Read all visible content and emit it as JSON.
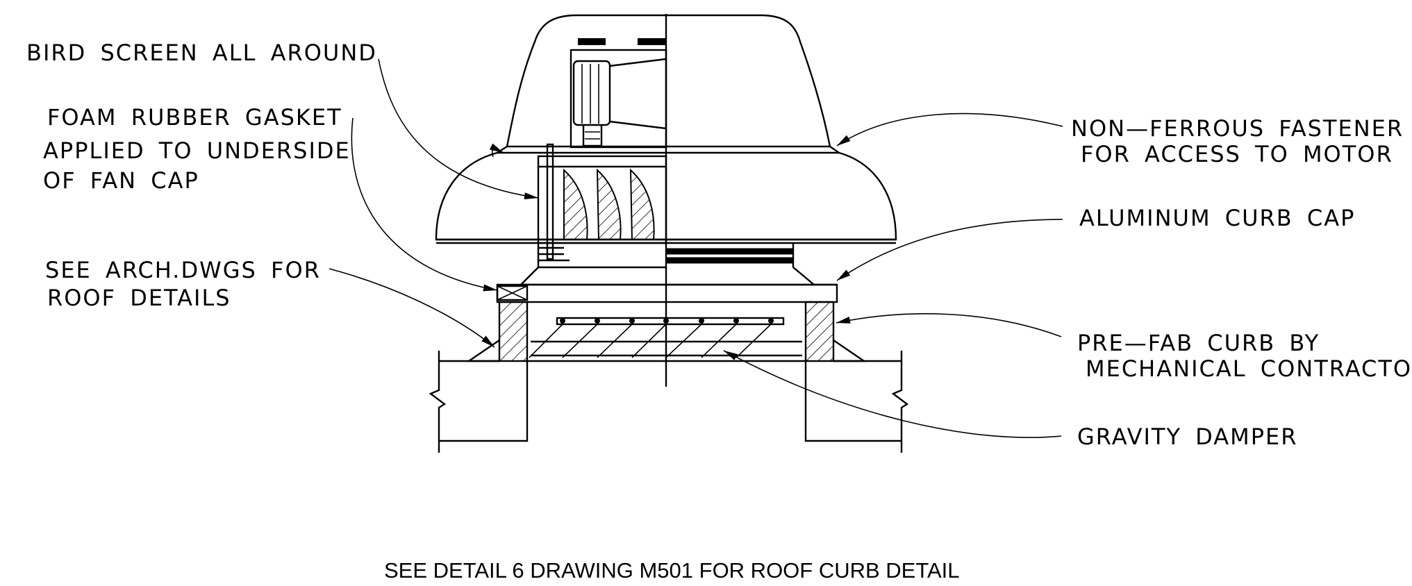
{
  "labels": {
    "bird_screen": "BIRD SCREEN ALL AROUND",
    "foam_gasket": [
      "FOAM RUBBER GASKET",
      "APPLIED TO UNDERSIDE",
      "OF FAN CAP"
    ],
    "see_arch": [
      "SEE ARCH.DWGS FOR",
      "ROOF DETAILS"
    ],
    "fastener": [
      "NON—FERROUS FASTENER",
      "FOR ACCESS TO MOTOR"
    ],
    "curb_cap": "ALUMINUM CURB CAP",
    "prefab_curb": [
      "PRE—FAB CURB BY",
      "MECHANICAL CONTRACTOR"
    ],
    "damper": "GRAVITY DAMPER"
  },
  "note": "SEE DETAIL 6 DRAWING M501 FOR ROOF CURB DETAIL"
}
